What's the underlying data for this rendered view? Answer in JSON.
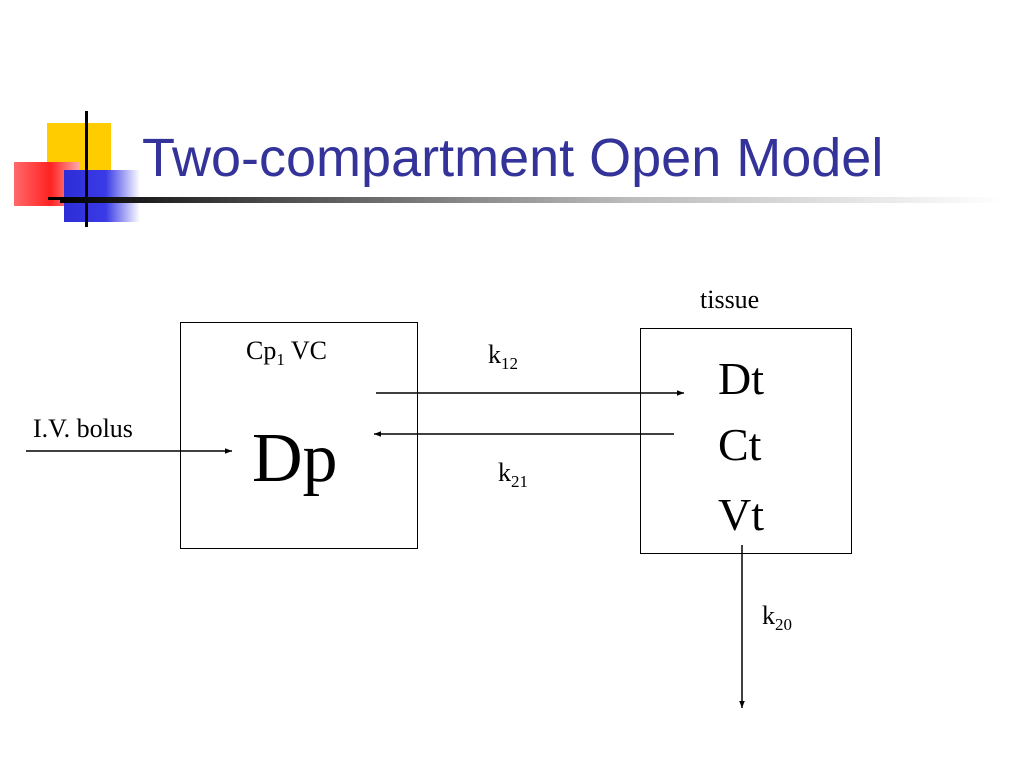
{
  "title": "Two-compartment Open Model",
  "central": {
    "cp_main": "Cp",
    "cp_sub": "1",
    "vc": "VC",
    "dose": "Dp"
  },
  "dose_input": "I.V. bolus",
  "tissue": {
    "caption": "tissue",
    "dt": "Dt",
    "ct": "Ct",
    "vt": "Vt"
  },
  "rates": {
    "k12_main": "k",
    "k12_sub": "12",
    "k21_main": "k",
    "k21_sub": "21",
    "k20_main": "k",
    "k20_sub": "20"
  },
  "colors": {
    "title": "#333399",
    "accent_yellow": "#ffcc00",
    "accent_red": "#ff3333",
    "accent_blue": "#3333dd"
  }
}
